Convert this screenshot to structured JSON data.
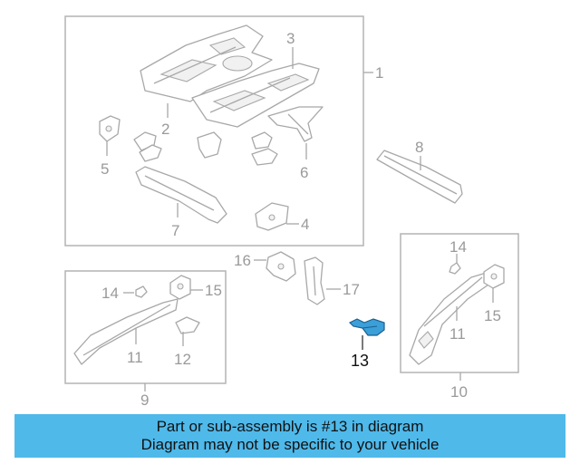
{
  "diagram": {
    "highlight_color": "#3b9fd8",
    "callouts": {
      "c1": "1",
      "c2": "2",
      "c3": "3",
      "c4": "4",
      "c5": "5",
      "c6": "6",
      "c7": "7",
      "c8": "8",
      "c9": "9",
      "c10": "10",
      "c11a": "11",
      "c11b": "11",
      "c12": "12",
      "c13": "13",
      "c14a": "14",
      "c14b": "14",
      "c15a": "15",
      "c15b": "15",
      "c16": "16",
      "c17": "17"
    }
  },
  "banner": {
    "line1": "Part or sub-assembly is #13 in diagram",
    "line2": "Diagram may not be specific to your vehicle",
    "color": "#4fb9ea"
  }
}
